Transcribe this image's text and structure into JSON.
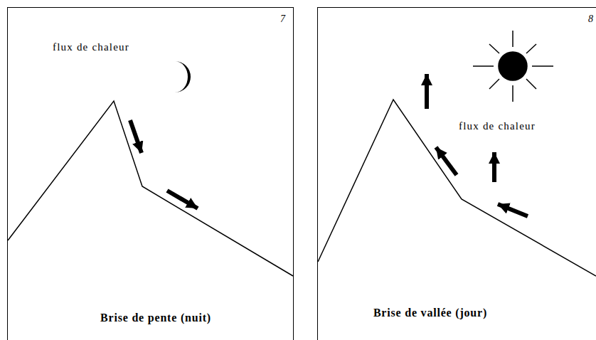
{
  "diagram": {
    "nodes": [
      {
        "text": [
          "7",
          "flux de chaleur",
          "Brise de pente (nuit)"
        ]
      },
      {
        "text": [
          "8",
          "flux de chaleur",
          "Brise de vallée (jour)"
        ]
      }
    ]
  }
}
